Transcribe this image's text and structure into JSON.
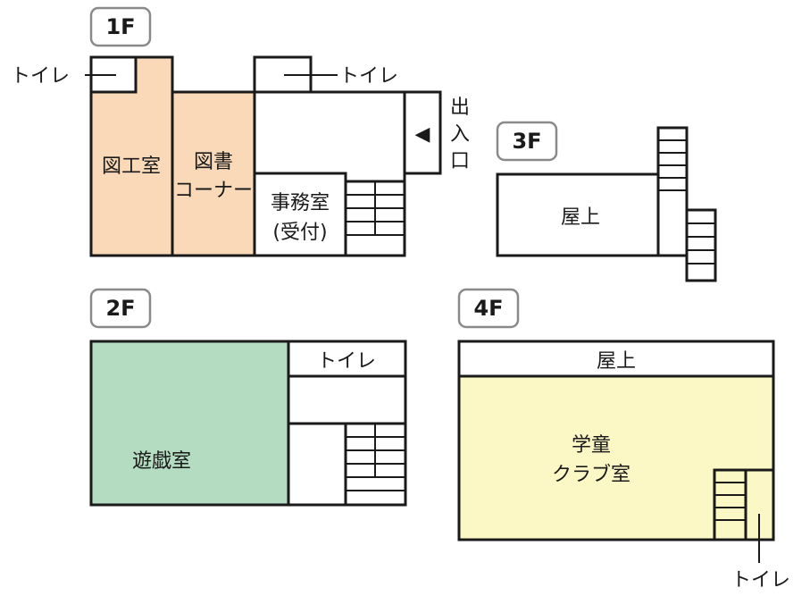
{
  "colors": {
    "orange_room": "#f9d9b8",
    "green_room": "#b3dcc1",
    "yellow_room": "#fcf8c5",
    "badge_border": "#8a8a8a",
    "line": "#1a1a1a"
  },
  "floors": {
    "f1": {
      "label": "1F",
      "toilet_left": "トイレ",
      "toilet_right": "トイレ",
      "craft_room": "図工室",
      "library_line1": "図書",
      "library_line2": "コーナー",
      "office_line1": "事務室",
      "office_line2": "(受付)",
      "entrance": [
        "出",
        "入",
        "口"
      ],
      "entrance_arrow": "◀"
    },
    "f2": {
      "label": "2F",
      "toilet": "トイレ",
      "playroom": "遊戯室"
    },
    "f3": {
      "label": "3F",
      "rooftop": "屋上"
    },
    "f4": {
      "label": "4F",
      "rooftop": "屋上",
      "club_line1": "学童",
      "club_line2": "クラブ室",
      "toilet": "トイレ"
    }
  }
}
